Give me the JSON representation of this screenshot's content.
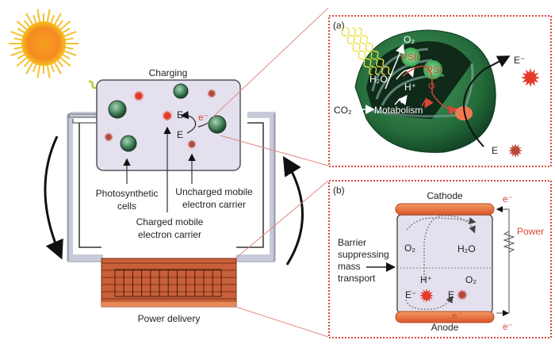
{
  "left": {
    "charging_label": "Charging",
    "power_delivery_label": "Power delivery",
    "electron_label": "e⁻",
    "E_minus": "E⁻",
    "E": "E",
    "annotations": {
      "photosynthetic": [
        "Photosynthetic",
        "cells"
      ],
      "charged": [
        "Charged mobile",
        "electron carrier"
      ],
      "uncharged": [
        "Uncharged mobile",
        "electron carrier"
      ]
    }
  },
  "panel_a": {
    "tag": "(a)",
    "O2": "O₂",
    "PSII": "PSII",
    "PSI": "PSI",
    "H2O": "H₂O",
    "Hplus": "H⁺",
    "CO2": "CO₂",
    "metabolism": "Motabolism",
    "E_minus": "E⁻",
    "E": "E"
  },
  "panel_b": {
    "tag": "(b)",
    "cathode": "Cathode",
    "anode": "Anode",
    "power": "Power",
    "e_top": "e⁻",
    "e_bottom": "e⁻",
    "e_mid": "e⁻",
    "O2_top": "O₂",
    "H2O": "H₂O",
    "Hplus": "H⁺",
    "O2_bottom": "O₂",
    "E_minus": "E⁻",
    "E": "E",
    "barrier": [
      "Barrier",
      "suppressing",
      "mass",
      "transport"
    ]
  },
  "colors": {
    "accent_red": "#d9463a",
    "cell_green": "#3d7a56",
    "chamber_fill": "#e4e0ee",
    "electrode_orange": "#e8703a"
  }
}
